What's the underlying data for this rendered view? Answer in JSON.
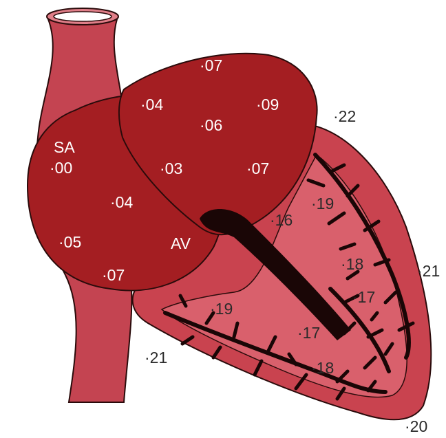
{
  "colors": {
    "chamber": "#A41E22",
    "chamber_edge": "#2a0b0b",
    "wall": "#C9434F",
    "wall_light": "#D9606C",
    "vessel": "#C44451",
    "vessel_light": "#E07E88",
    "conduction": "#1a0606",
    "label_inner": "#ffffff",
    "label_outer": "#2a2a2a"
  },
  "labels": {
    "sa": "SA",
    "av": "AV",
    "t_sa": "·00",
    "t_ra_a": "·04",
    "t_ra_b": "·05",
    "t_ra_c": "·07",
    "t_la_top": "·07",
    "t_la_left": "·04",
    "t_la_right": "·09",
    "t_la_center": "·06",
    "t_la_lowleft": "·03",
    "t_la_lowright": "·07",
    "t_his": "·16",
    "t_base_right": "·22",
    "t_right_upper": "·19",
    "t_right_mid": "·18",
    "t_right_low": "·17",
    "t_right_wall": "·21",
    "t_left_fib": "·19",
    "t_mid_fib": "·17",
    "t_low_fib": "·18",
    "t_left_wall": "·21",
    "t_apex": "·20"
  }
}
